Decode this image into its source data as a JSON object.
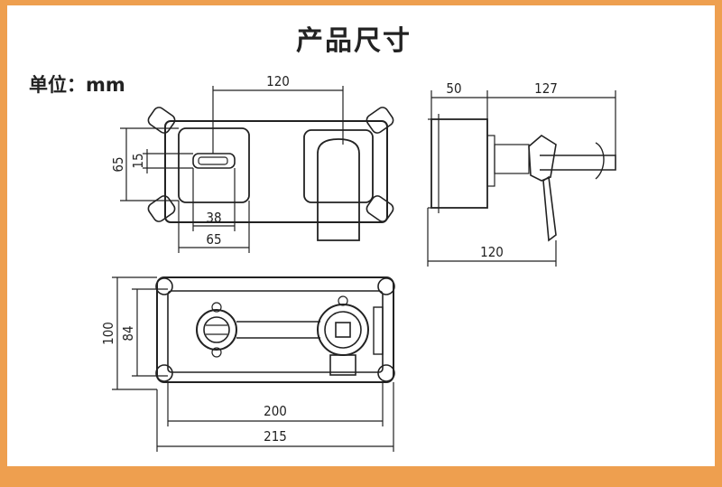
{
  "title": "产品尺寸",
  "unit_label": "单位：mm",
  "front_view": {
    "dim_top": "120",
    "dim_height_outer": "65",
    "dim_height_inner": "15",
    "dim_width_inner": "38",
    "dim_width_outer": "65"
  },
  "side_view": {
    "dim_top_left": "50",
    "dim_top_right": "127",
    "dim_bottom": "120"
  },
  "box_view": {
    "dim_height_outer": "100",
    "dim_height_inner": "84",
    "dim_width_inner": "200",
    "dim_width_outer": "215"
  },
  "colors": {
    "background": "#ee9f4f",
    "panel": "#ffffff",
    "line": "#222222"
  }
}
